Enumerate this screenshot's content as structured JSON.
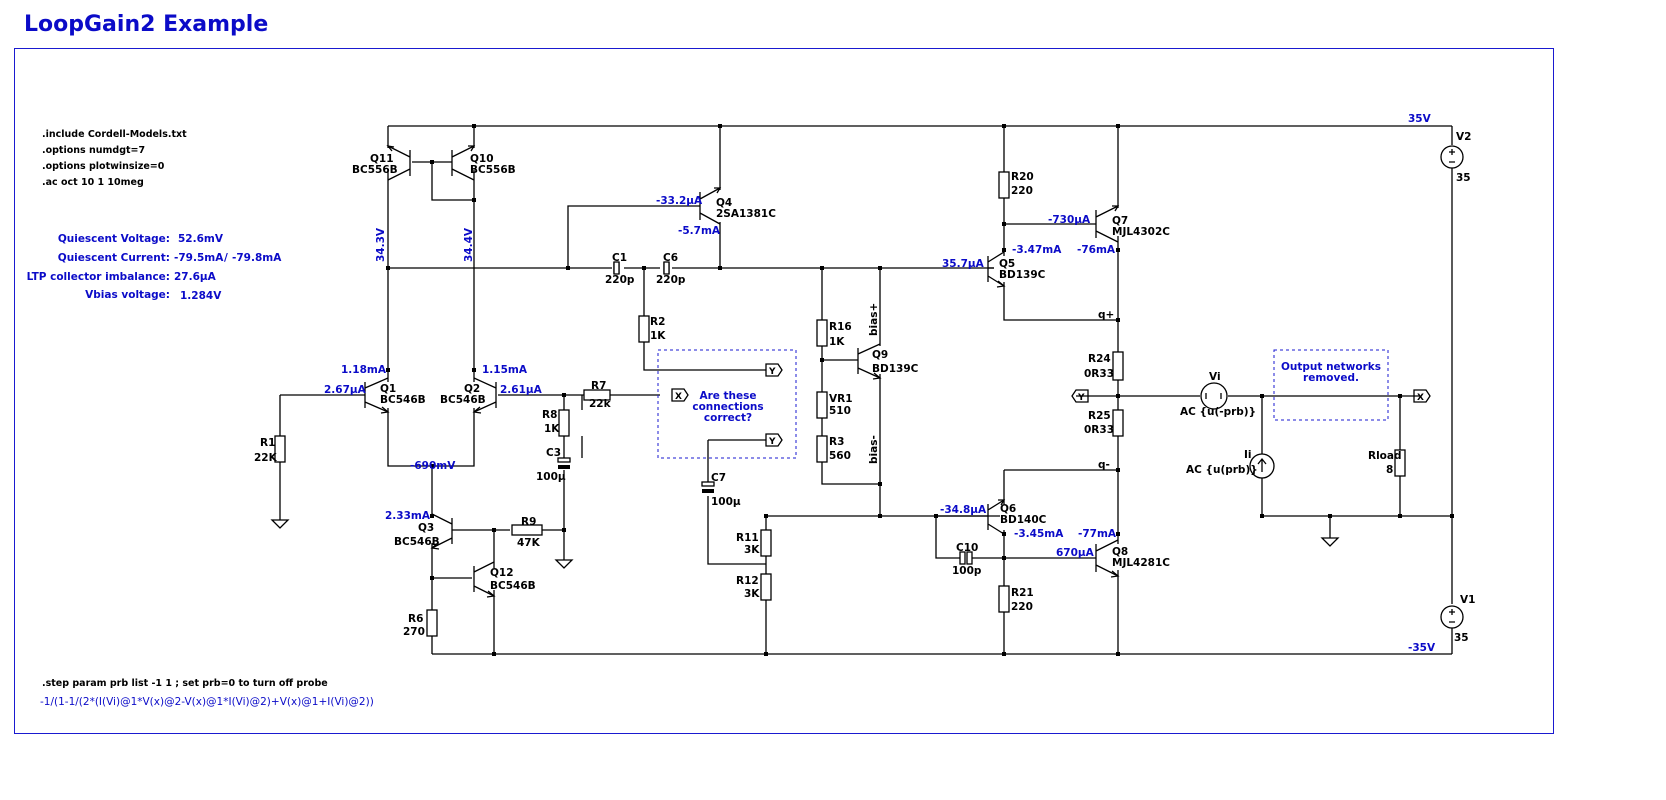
{
  "title": "LoopGain2 Example",
  "colors": {
    "title": "#0b0bc8",
    "frame": "#1a1ad0",
    "wires": "#000000",
    "annotation": "#0b0bc8"
  },
  "directives": [
    ".include Cordell-Models.txt",
    ".options numdgt=7",
    ".options plotwinsize=0",
    ".ac oct 10 1 10meg"
  ],
  "measurements": {
    "quiescent_voltage_label": "Quiescent Voltage:",
    "quiescent_voltage_value": "52.6mV",
    "quiescent_current_label": "Quiescent Current:",
    "quiescent_current_value": "-79.5mA",
    "quiescent_current_sep": "/",
    "quiescent_current_value2": "-79.8mA",
    "ltp_label": "LTP collector imbalance:",
    "ltp_value": "27.6µA",
    "vbias_label": "Vbias voltage:",
    "vbias_value": "1.284V"
  },
  "step_directive": ".step param prb list -1 1 ; set prb=0 to turn off probe",
  "formula": "-1/(1-1/(2*(I(Vi)@1*V(x)@2-V(x)@1*I(Vi)@2)+V(x)@1+I(Vi)@2))",
  "notes": {
    "connections_line1": "Are these",
    "connections_line2": "connections",
    "connections_line3": "correct?",
    "output_line1": "Output networks",
    "output_line2": "removed."
  },
  "components": {
    "Q11": {
      "name": "Q11",
      "model": "BC556B"
    },
    "Q10": {
      "name": "Q10",
      "model": "BC556B"
    },
    "Q1": {
      "name": "Q1",
      "model": "BC546B"
    },
    "Q2": {
      "name": "Q2",
      "model": "BC546B"
    },
    "Q3": {
      "name": "Q3",
      "model": "BC546B"
    },
    "Q12": {
      "name": "Q12",
      "model": "BC546B"
    },
    "Q4": {
      "name": "Q4",
      "model": "2SA1381C"
    },
    "Q5": {
      "name": "Q5",
      "model": "BD139C"
    },
    "Q9": {
      "name": "Q9",
      "model": "BD139C"
    },
    "Q6": {
      "name": "Q6",
      "model": "BD140C"
    },
    "Q7": {
      "name": "Q7",
      "model": "MJL4302C"
    },
    "Q8": {
      "name": "Q8",
      "model": "MJL4281C"
    },
    "R1": {
      "name": "R1",
      "value": "22K"
    },
    "R2": {
      "name": "R2",
      "value": "1K"
    },
    "R3": {
      "name": "R3",
      "value": "560"
    },
    "R6": {
      "name": "R6",
      "value": "270"
    },
    "R7": {
      "name": "R7",
      "value": "22k"
    },
    "R8": {
      "name": "R8",
      "value": "1K"
    },
    "R9": {
      "name": "R9",
      "value": "47K"
    },
    "R11": {
      "name": "R11",
      "value": "3K"
    },
    "R12": {
      "name": "R12",
      "value": "3K"
    },
    "R16": {
      "name": "R16",
      "value": "1K"
    },
    "VR1": {
      "name": "VR1",
      "value": "510"
    },
    "R20": {
      "name": "R20",
      "value": "220"
    },
    "R21": {
      "name": "R21",
      "value": "220"
    },
    "R24": {
      "name": "R24",
      "value": "0R33"
    },
    "R25": {
      "name": "R25",
      "value": "0R33"
    },
    "Rload": {
      "name": "Rload",
      "value": "8"
    },
    "C1": {
      "name": "C1",
      "value": "220p"
    },
    "C6": {
      "name": "C6",
      "value": "220p"
    },
    "C3": {
      "name": "C3",
      "value": "100µ"
    },
    "C7": {
      "name": "C7",
      "value": "100µ"
    },
    "C10": {
      "name": "C10",
      "value": "100p"
    },
    "V1": {
      "name": "V1",
      "value": "35"
    },
    "V2": {
      "name": "V2",
      "value": "35"
    },
    "Vi": {
      "name": "Vi",
      "value": "AC {u(-prb)}"
    },
    "Ii": {
      "name": "Ii",
      "value": "AC {u(prb)}"
    }
  },
  "nets": {
    "vpos": "35V",
    "vneg": "-35V",
    "qplus": "q+",
    "qminus": "q-",
    "biasplus": "bias+",
    "biasminus": "bias-",
    "x": "X",
    "y": "Y"
  },
  "op_point": {
    "v_q11c": "34.3V",
    "v_q10c": "34.4V",
    "i_q1c": "1.18mA",
    "i_q2c": "1.15mA",
    "i_q1b": "2.67µA",
    "i_q2b": "2.61µA",
    "v_tail": "-690mV",
    "i_q3c": "2.33mA",
    "i_q4b": "-33.2µA",
    "i_q4c": "-5.7mA",
    "i_q5b": "35.7µA",
    "i_q5e": "-3.47mA",
    "i_q7b": "-730µA",
    "i_q7c": "-76mA",
    "i_q6b": "-34.8µA",
    "i_q6e": "-3.45mA",
    "i_q8c": "-77mA",
    "i_q8b": "670µA"
  }
}
